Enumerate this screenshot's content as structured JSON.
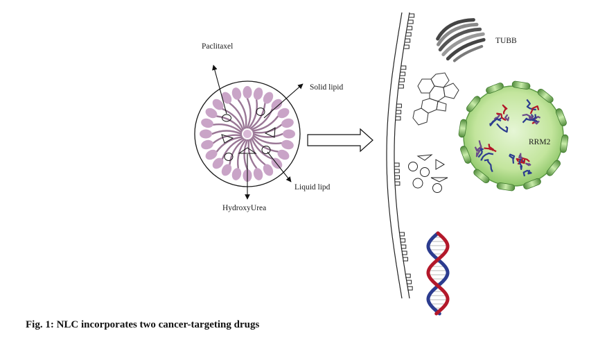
{
  "labels": {
    "paclitaxel": "Paclitaxel",
    "solid_lipid": "Solid lipid",
    "liquid_lipid": "Liquid lipd",
    "hydroxyurea": "HydroxyUrea",
    "tubb": "TUBB",
    "rrm2": "RRM2"
  },
  "caption": "Fig. 1: NLC incorporates two cancer-targeting drugs",
  "colors": {
    "lipid_head": "#c9a4c7",
    "lipid_tail": "#9a7796",
    "cell_fill": "#c6e6a3",
    "cell_edge": "#4e8a3a",
    "helix_red": "#b3182a",
    "helix_blue": "#2c3c8f",
    "tubb_gray": "#6d6d6d"
  }
}
